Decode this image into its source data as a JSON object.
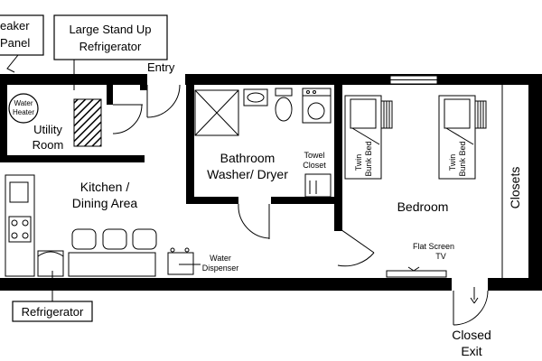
{
  "callouts": {
    "breaker_line1": "eaker",
    "breaker_line2": "Panel",
    "fridge_large_line1": "Large Stand Up",
    "fridge_large_line2": "Refrigerator",
    "refrigerator": "Refrigerator"
  },
  "labels": {
    "entry": "Entry",
    "water_heater_line1": "Water",
    "water_heater_line2": "Heater",
    "utility_line1": "Utility",
    "utility_line2": "Room",
    "bathroom_line1": "Bathroom",
    "bathroom_line2": "Washer/ Dryer",
    "towel_line1": "Towel",
    "towel_line2": "Closet",
    "kitchen_line1": "Kitchen /",
    "kitchen_line2": "Dining Area",
    "water_disp_line1": "Water",
    "water_disp_line2": "Dispenser",
    "bedroom": "Bedroom",
    "bunk1_line1": "Twin",
    "bunk1_line2": "Bunk Bed",
    "bunk2_line1": "Twin",
    "bunk2_line2": "Bunk Bed",
    "closets": "Closets",
    "tv_line1": "Flat Screen",
    "tv_line2": "TV",
    "exit_line1": "Closed",
    "exit_line2": "Exit"
  }
}
